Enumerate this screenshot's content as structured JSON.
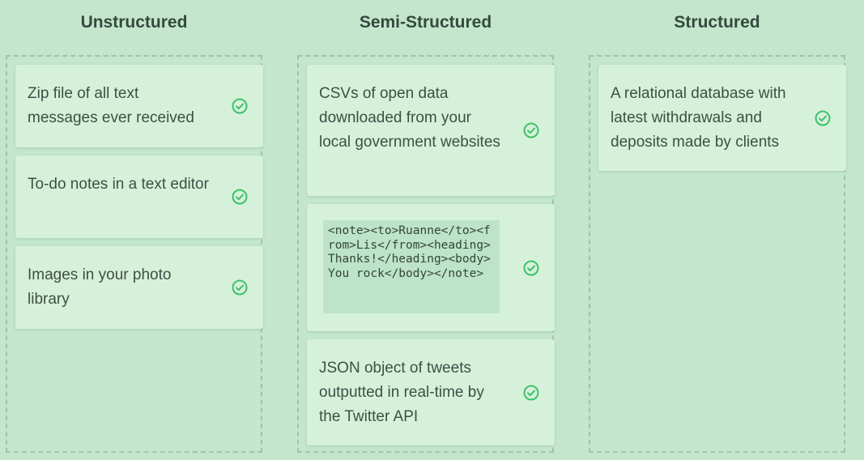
{
  "columns": [
    {
      "title": "Unstructured",
      "cards": [
        {
          "text": "Zip file of all text messages ever received"
        },
        {
          "text": "To-do notes in a text editor"
        },
        {
          "text": "Images in your photo library"
        }
      ]
    },
    {
      "title": "Semi-Structured",
      "cards": [
        {
          "text": "CSVs of open data downloaded from your local government websites"
        },
        {
          "code": "<note><to>Ruanne</to><from>Lis</from><heading>Thanks!</heading><body>You rock</body></note>"
        },
        {
          "text": "JSON object of tweets outputted in real-time by the Twitter API"
        }
      ]
    },
    {
      "title": "Structured",
      "cards": [
        {
          "text": "A relational database with latest withdrawals and deposits made by clients"
        }
      ]
    }
  ],
  "check_icon": "check-circle-icon",
  "colors": {
    "background": "#c4e6cd",
    "card": "#d6f1da",
    "check": "#3cc26a",
    "title": "#344a3e"
  }
}
